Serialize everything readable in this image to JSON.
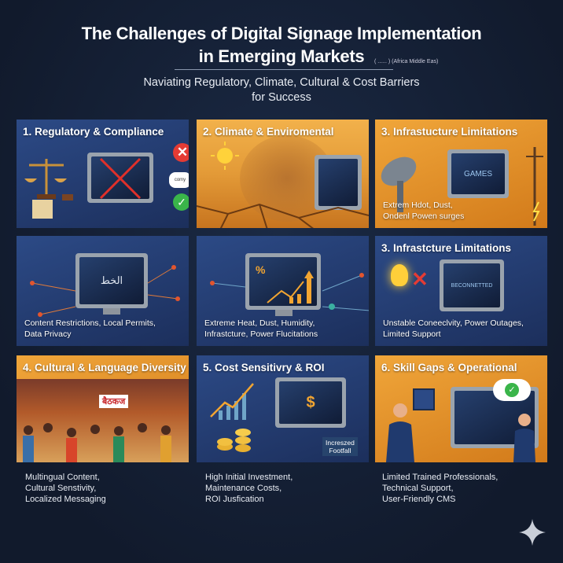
{
  "header": {
    "title_line1": "The Challenges of Digital Signage Implementation",
    "title_line2": "in Emerging Markets",
    "title_note": "( ...... ) (Africa Middle Eas)",
    "subtitle_line1": "Naviating Regulatory, Climate, Cultural & Cost Barriers",
    "subtitle_line2": "for Success"
  },
  "cards": [
    {
      "title": "1. Regulatory & Compliance",
      "badge": "comy"
    },
    {
      "title": "2. Climate & Enviromental"
    },
    {
      "title": "3. Infrastucture Limitations",
      "caption_line1": "Extrem Hdot, Dust,",
      "caption_line2": "Ondenl Powen surges",
      "screen_text": "GAMES"
    },
    {
      "caption_line1": "Content Restrictions, Local Permits,",
      "caption_line2": "Data Privacy"
    },
    {
      "caption_line1": "Extreme Heat, Dust, Humidity,",
      "caption_line2": "Infrastcture, Power Flucitations",
      "screen_symbol": "%"
    },
    {
      "title": "3. Infrastcture Limitations",
      "caption_line1": "Unstable Coneeclvity, Power Outages,",
      "caption_line2": "Limited Support",
      "screen_text": "BECONNETTED"
    },
    {
      "title": "4. Cultural & Language Diversity",
      "sign_text": "बैठकज"
    },
    {
      "title": "5. Cost Sensitivry & ROI",
      "screen_symbol": "$",
      "tag_line1": "Increszed",
      "tag_line2": "Footfall"
    },
    {
      "title": "6. Skill Gaps & Operational"
    }
  ],
  "captions": [
    {
      "l1": "Multingual Content,",
      "l2": "Cultural Senstivity,",
      "l3": "Localized Messaging"
    },
    {
      "l1": "High Initial Investment,",
      "l2": "Maintenance Costs,",
      "l3": "ROI Jusfication"
    },
    {
      "l1": "Limited Trained Professionals,",
      "l2": "Technical Support,",
      "l3": "User-Friendly CMS"
    }
  ],
  "colors": {
    "background": "#131d30",
    "blue_card": "#2c4a86",
    "orange_card": "#e8952c"
  }
}
